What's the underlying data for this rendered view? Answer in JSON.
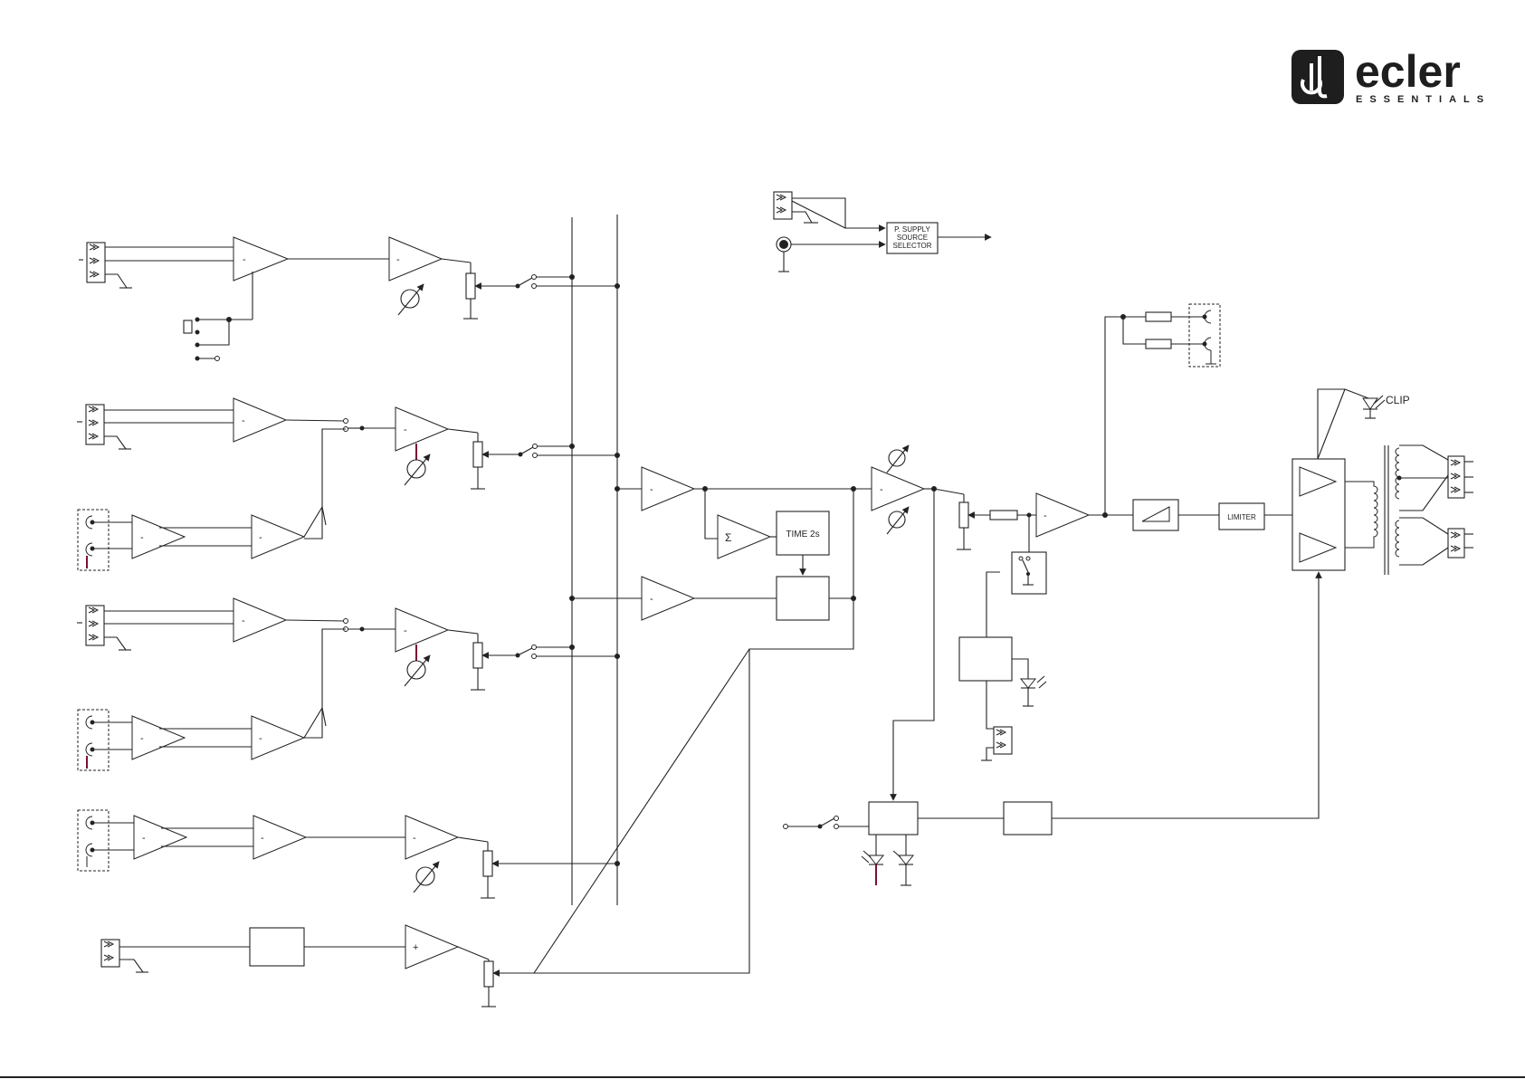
{
  "brand": {
    "logo_icon": "ecler-logo-icon",
    "name": "ecler",
    "tagline": "ESSENTIALS"
  },
  "labels": {
    "psu_l1": "P. SUPPLY",
    "psu_l2": "SOURCE",
    "psu_l3": "SELECTOR",
    "time": "TIME 2s",
    "limiter": "LIMITER",
    "clip": "CLIP",
    "sum": "Σ",
    "minus": "-",
    "plus": "+"
  },
  "colors": {
    "line": "#222222",
    "accent": "#7a1232"
  }
}
